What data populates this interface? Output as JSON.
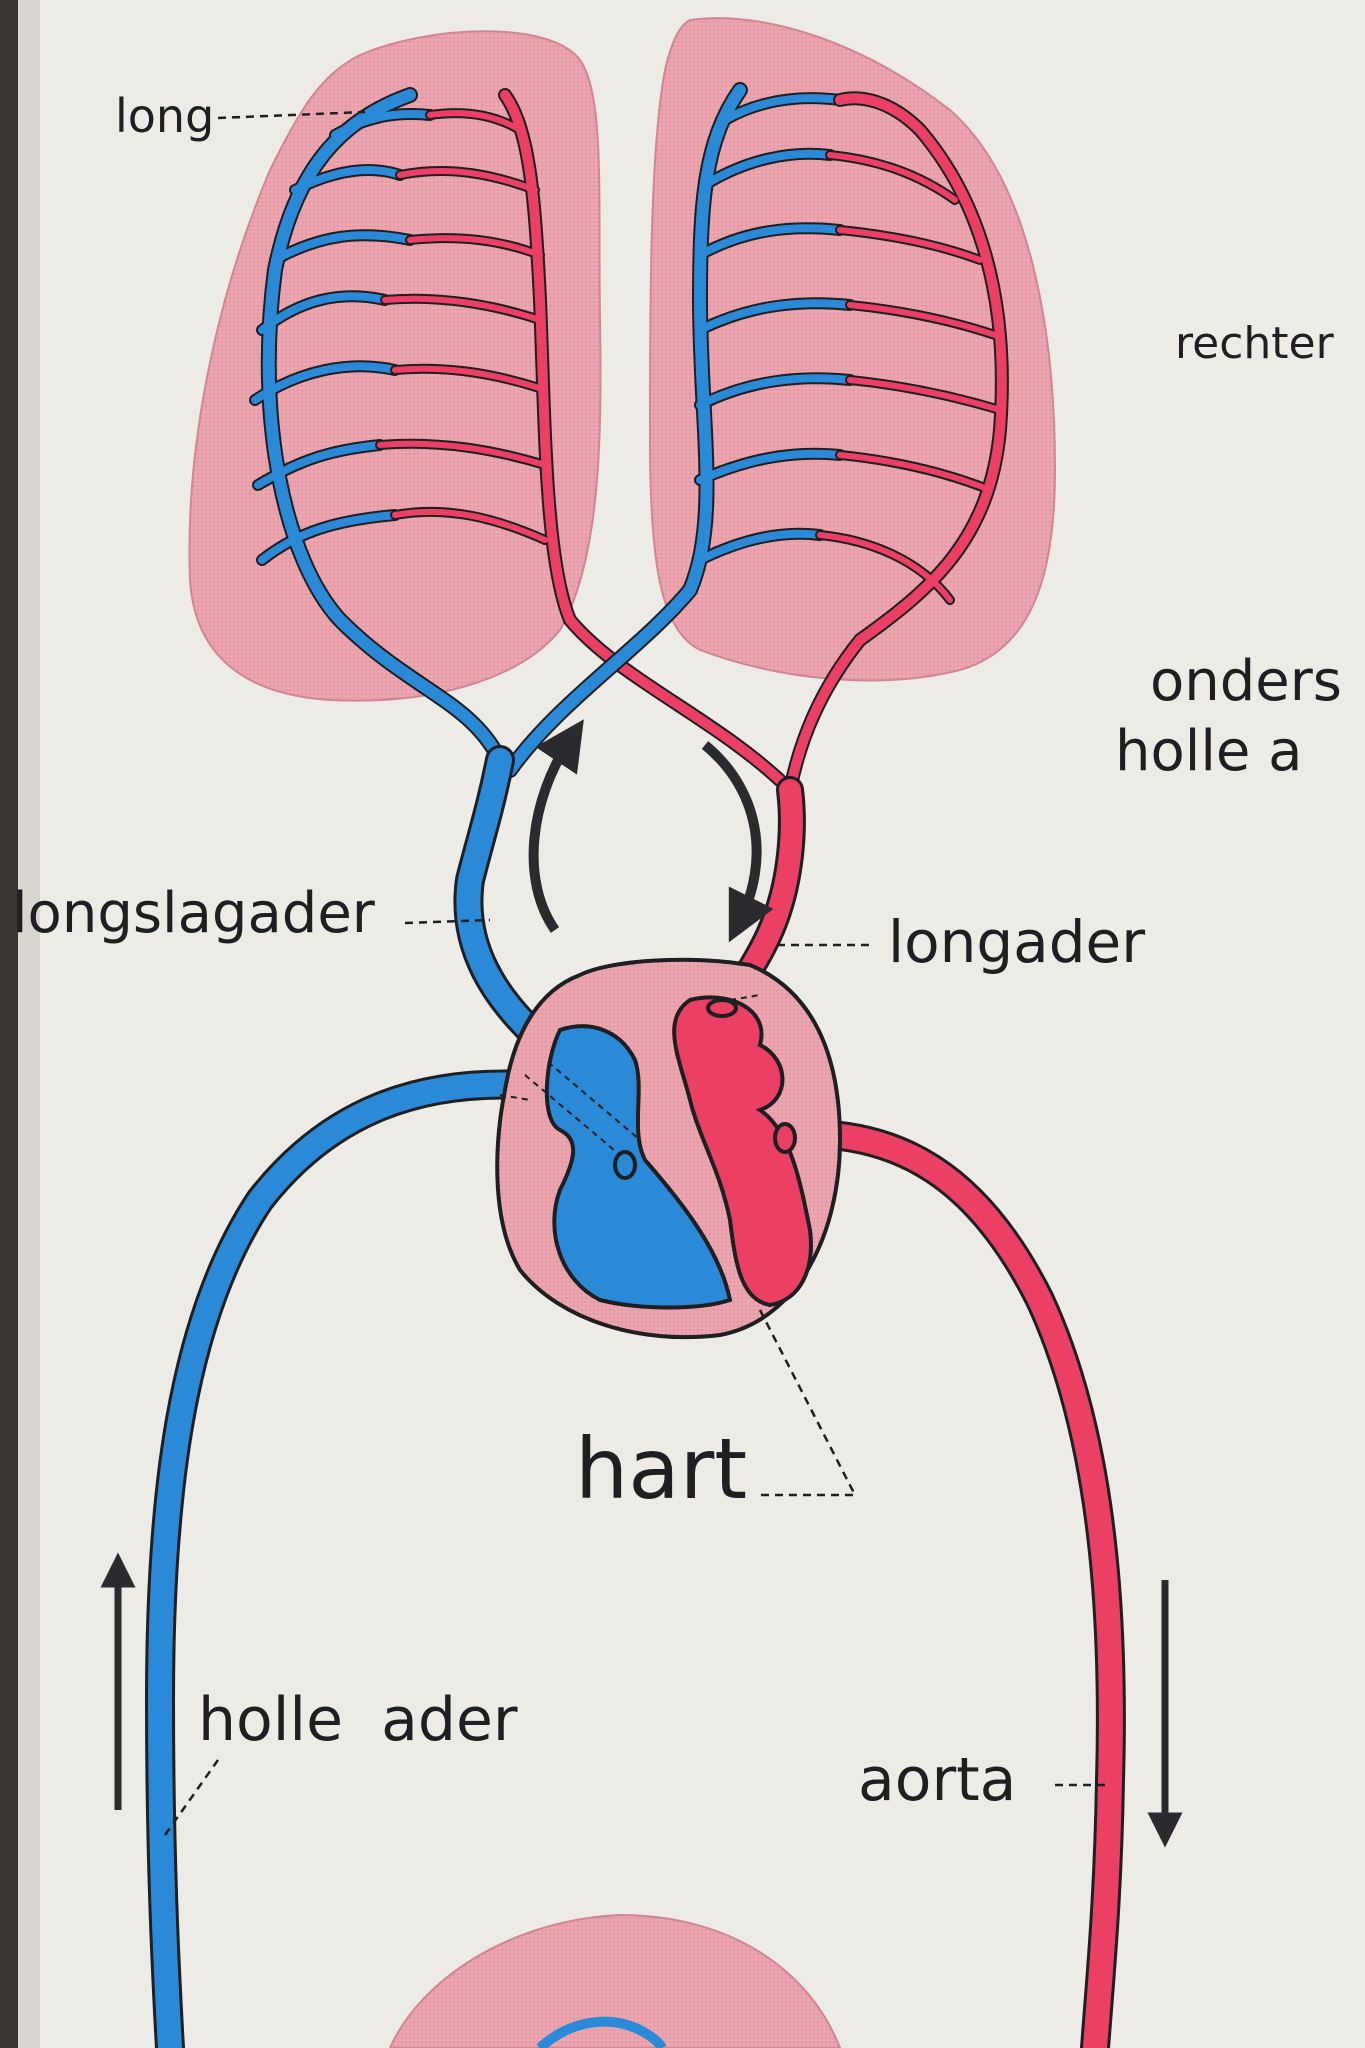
{
  "labels": {
    "long": "long",
    "rechter": "rechter",
    "onders": "onders",
    "holle_ad": "holle a",
    "longslagader": "longslagader",
    "longader": "longader",
    "hart": "hart",
    "holle_ader": "holle  ader",
    "aorta": "aorta"
  },
  "colors": {
    "paper": "#ecebe6",
    "lung_fill": "#e9a4ad",
    "venous_blue": "#2a8ad8",
    "arterial_red": "#ec3f64",
    "outline": "#1e1f22"
  }
}
